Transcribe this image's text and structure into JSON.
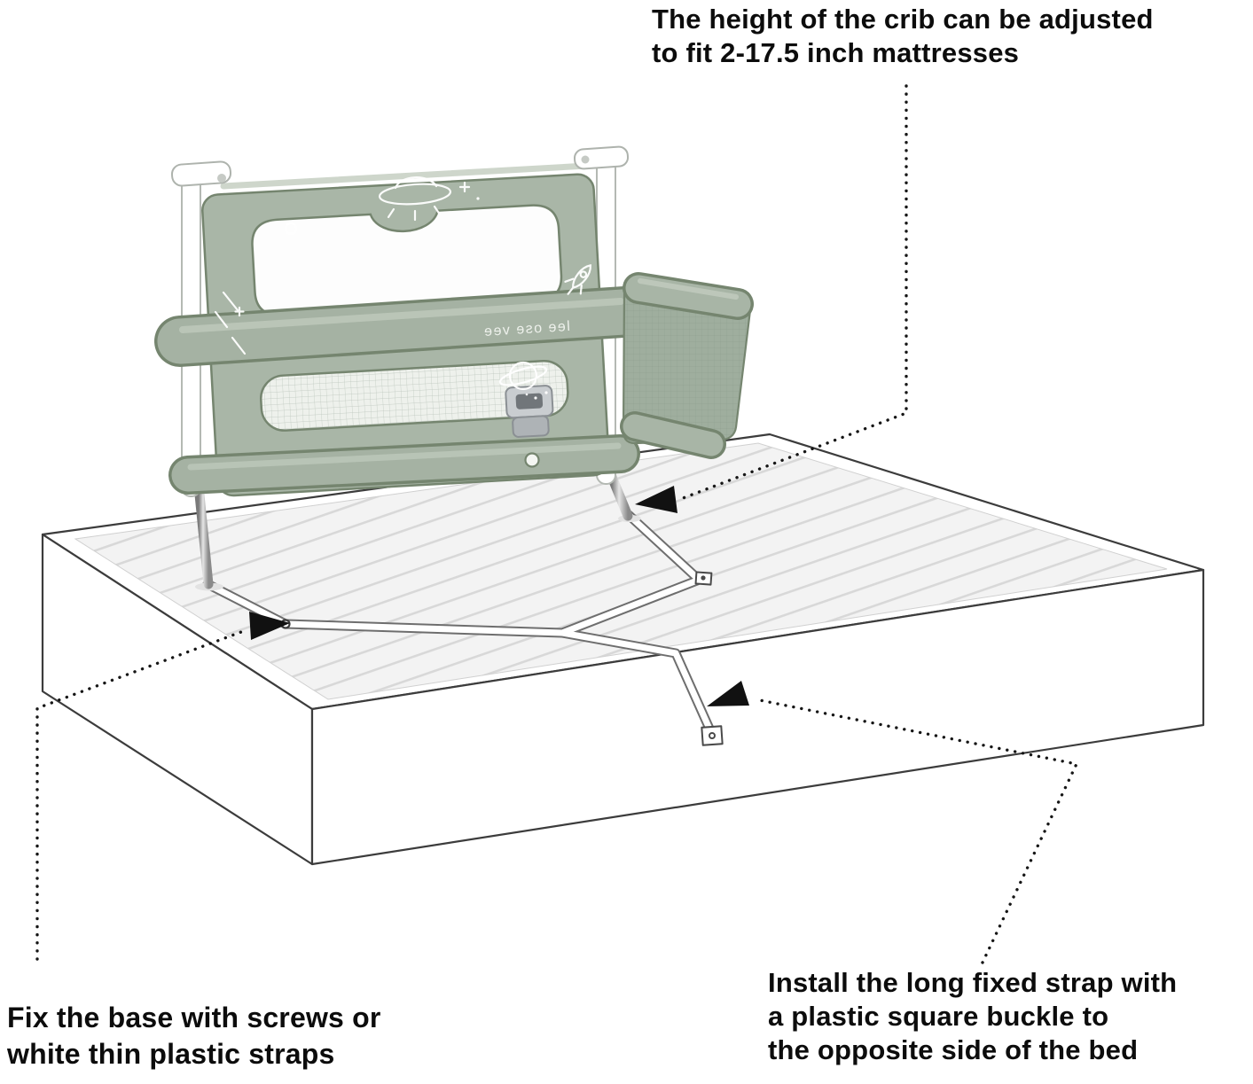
{
  "annotations": {
    "crib_height": {
      "lines": [
        "The height of the crib can be adjusted",
        "to fit 2-17.5 inch mattresses"
      ]
    },
    "fix_base": {
      "lines": [
        "Fix the base with screws or",
        "white thin plastic straps"
      ]
    },
    "install_strap": {
      "lines": [
        "Install  the long fixed strap with",
        "a plastic square buckle to",
        "the opposite side of the bed"
      ]
    }
  },
  "illustration": {
    "brand_text": "lee ose vee",
    "colors": {
      "crib_fabric": "#a9b6a7",
      "crib_fabric_shadow": "#9fae9e",
      "crib_outline": "#75856f",
      "frame_white": "#ffffff",
      "diagram_line": "#3c3c3c",
      "hatch_line": "#d8d8d8",
      "annotation_text": "#0c0c0c"
    },
    "doodle_icons": [
      "ufo-doodle",
      "rocket-doodle",
      "saturn-doodle",
      "shooting-star-doodle",
      "snap-button-doodle"
    ]
  }
}
